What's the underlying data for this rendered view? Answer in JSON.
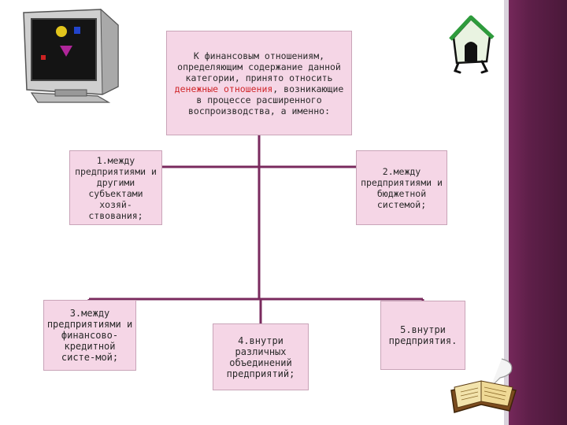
{
  "root": {
    "text_before": "К финансовым отношениям, определяющим содержание данной категории, принято относить ",
    "text_highlight": "денежные отношения",
    "text_after": ", возникающие в процессе расширенного воспроизводства, а именно:"
  },
  "boxes": {
    "b1": "1.между предприятиями и другими субъектами хозяй-ствования;",
    "b2": "2.между предприятиями и бюджетной системой;",
    "b3": "3.между предприятиями и финансово-кредитной систе-мой;",
    "b4": "4.внутри различных объединений предприятий;",
    "b5": "5.внутри предприятия."
  },
  "colors": {
    "box_fill": "#f5d6e6",
    "connector": "#7a2a5e",
    "highlight": "#d0262a",
    "sidebar": "#5e1f49"
  },
  "icons": [
    "computer-monitor-icon",
    "dog-house-icon",
    "open-book-icon"
  ]
}
